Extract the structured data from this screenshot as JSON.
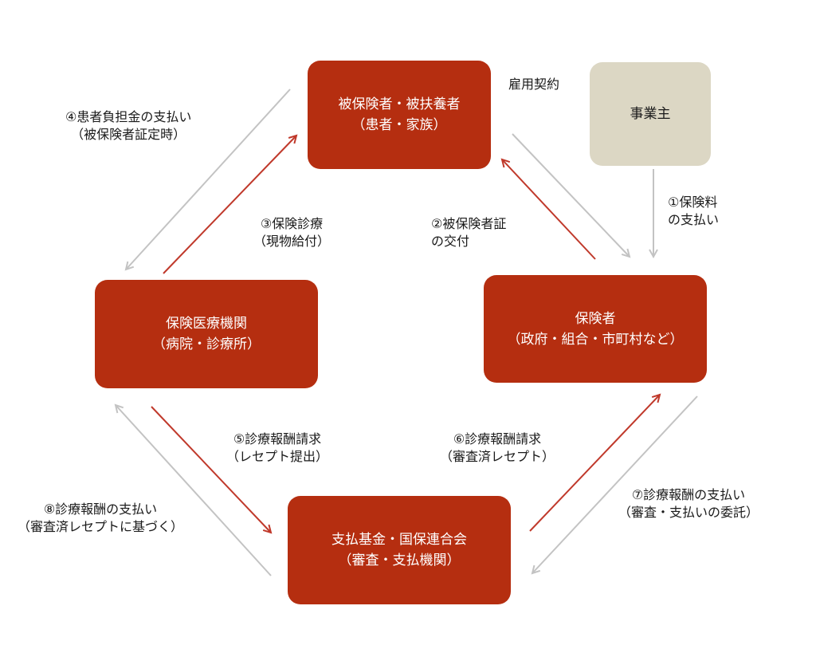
{
  "nodes": {
    "insured": {
      "line1": "被保険者・被扶養者",
      "line2": "（患者・家族）"
    },
    "employer": {
      "line1": "事業主"
    },
    "insurer": {
      "line1": "保険者",
      "line2": "（政府・組合・市町村など）"
    },
    "medical": {
      "line1": "保険医療機関",
      "line2": "（病院・診療所）"
    },
    "fund": {
      "line1": "支払基金・国保連合会",
      "line2": "（審査・支払機関）"
    }
  },
  "labels": {
    "employment": "雇用契約",
    "step1": {
      "line1": "①保険料",
      "line2": "の支払い"
    },
    "step2": {
      "line1": "②被保険者証",
      "line2": "の交付"
    },
    "step3": {
      "line1": "③保険診療",
      "line2": "（現物給付）"
    },
    "step4": {
      "line1": "④患者負担金の支払い",
      "line2": "（被保険者証定時）"
    },
    "step5": {
      "line1": "⑤診療報酬請求",
      "line2": "（レセプト提出）"
    },
    "step6": {
      "line1": "⑥診療報酬請求",
      "line2": "（審査済レセプト）"
    },
    "step7": {
      "line1": "⑦診療報酬の支払い",
      "line2": "（審査・支払いの委託）"
    },
    "step8": {
      "line1": "⑧診療報酬の支払い",
      "line2": "（審査済レセプトに基づく）"
    }
  },
  "colors": {
    "node_red": "#b52e10",
    "node_beige": "#dcd7c4",
    "arrow_red": "#c0392b",
    "arrow_gray": "#c3c3c3"
  }
}
